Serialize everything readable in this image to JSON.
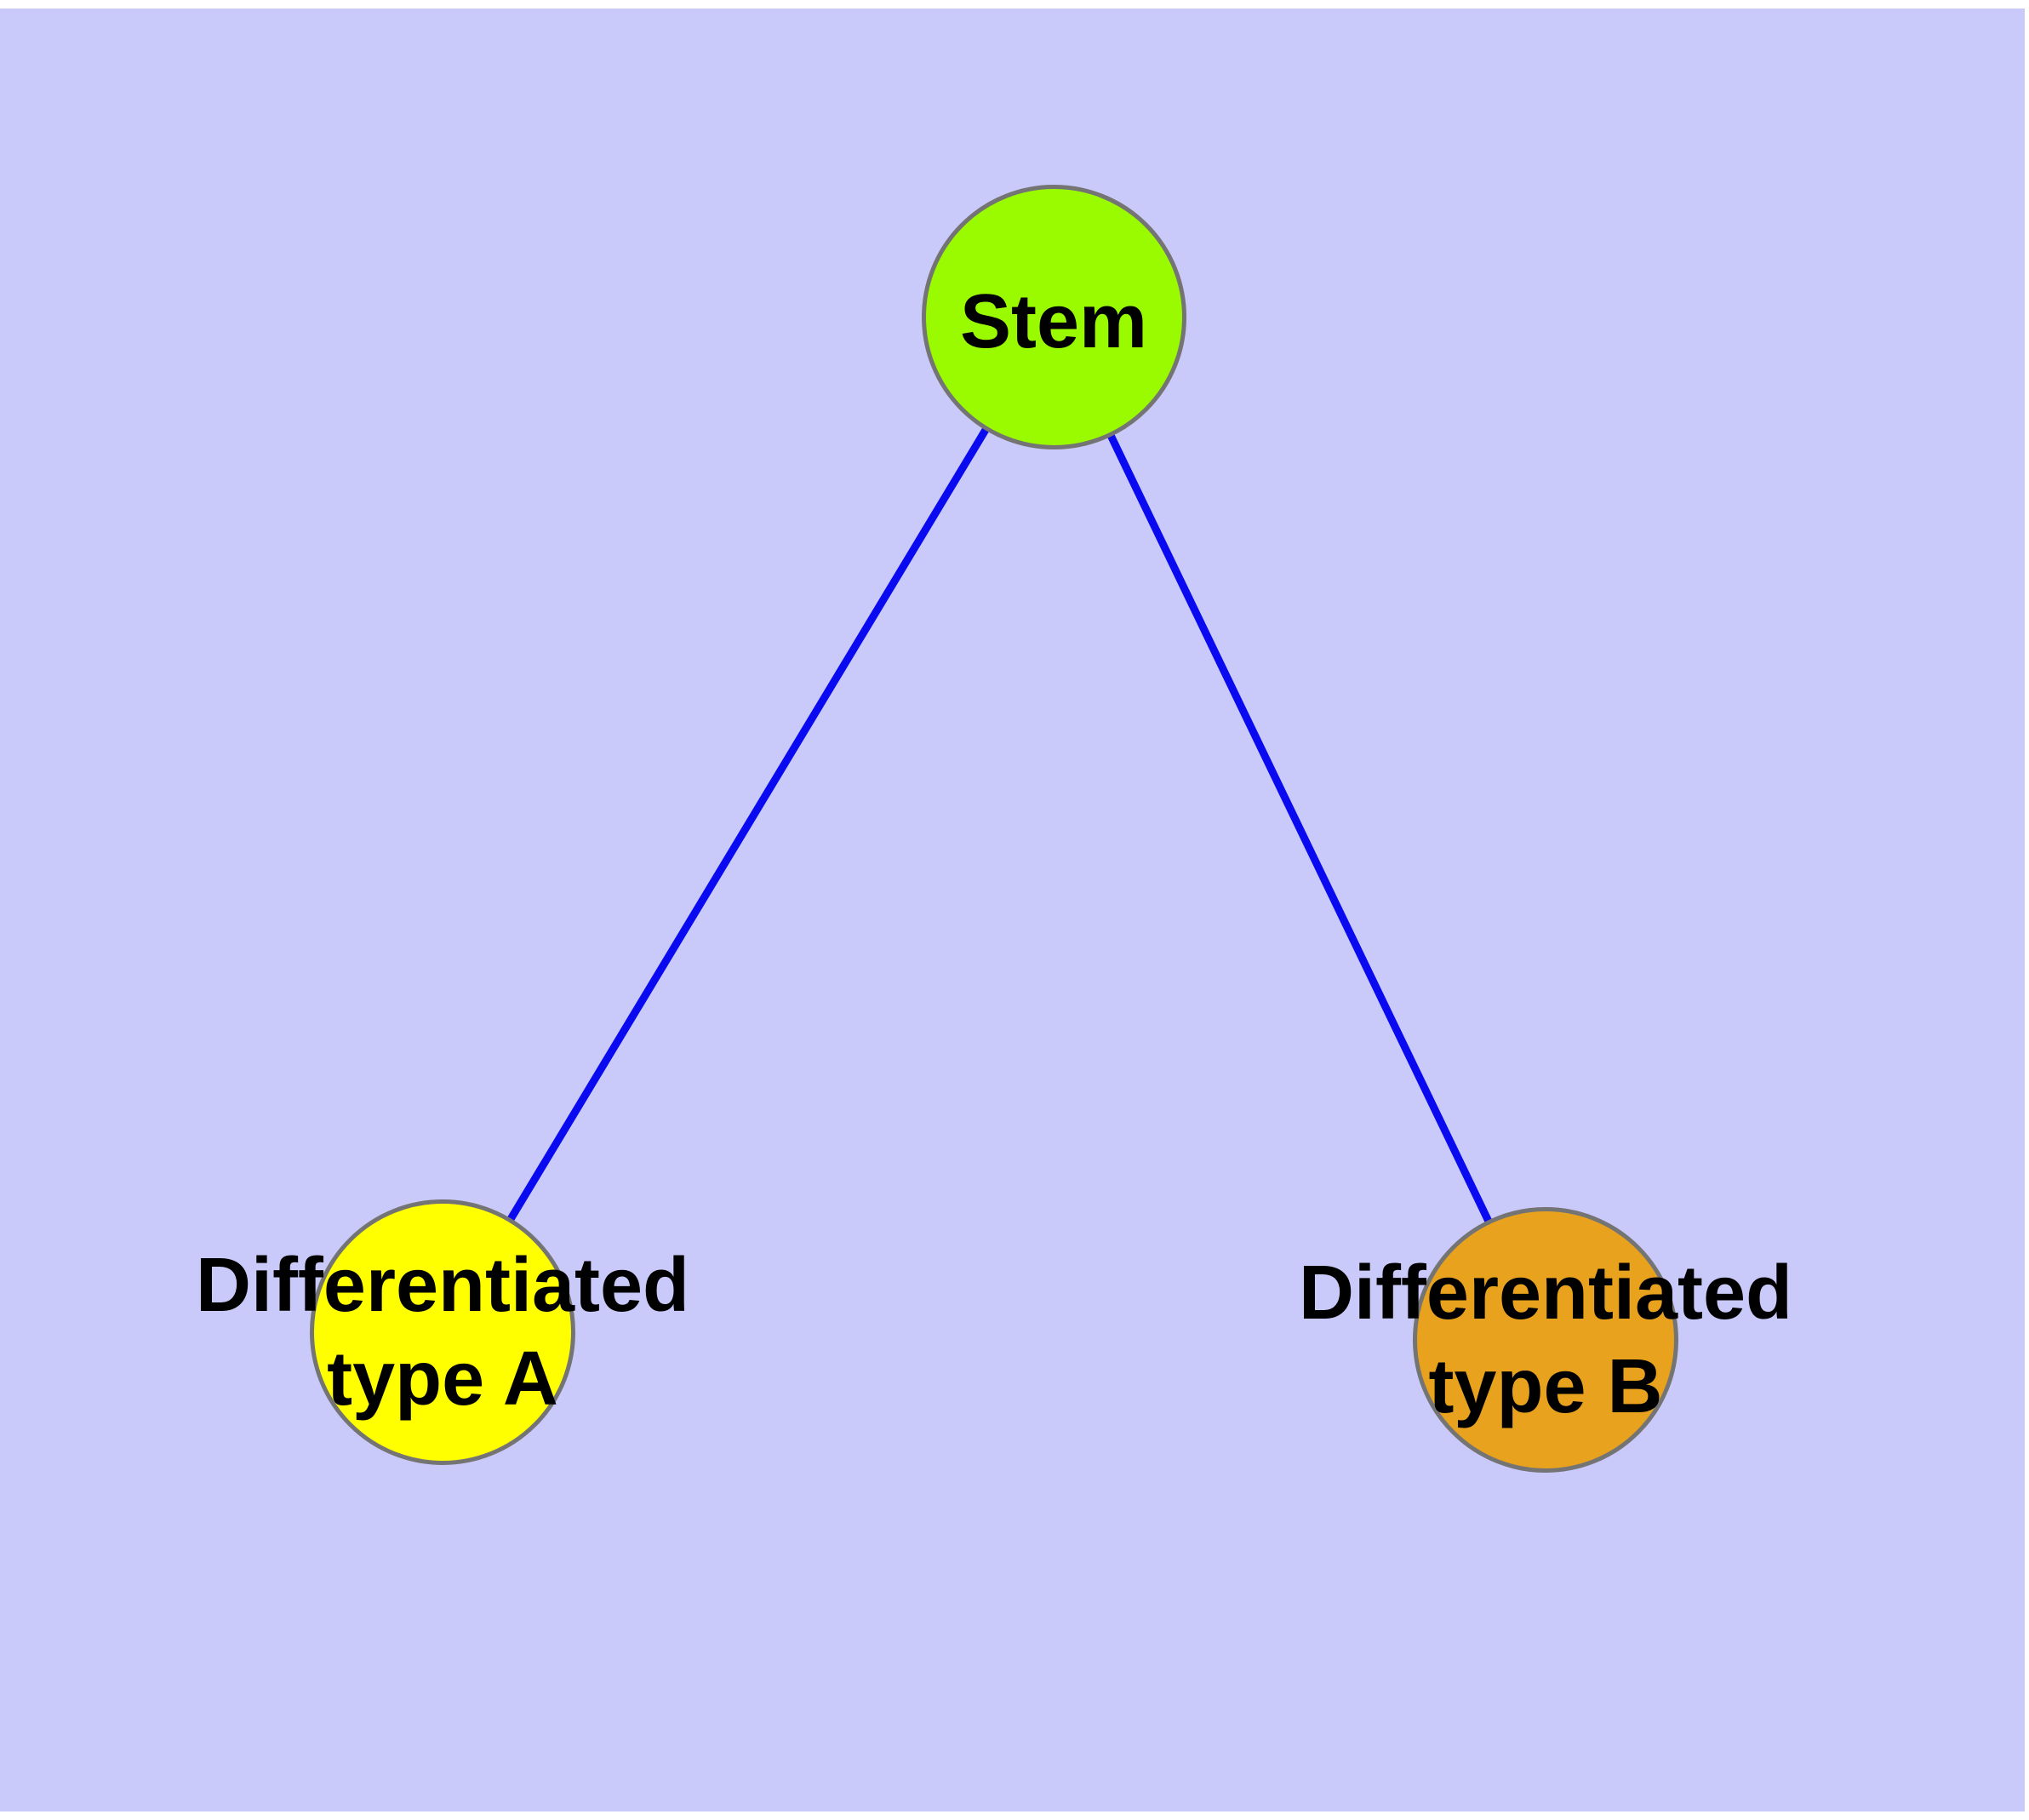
{
  "canvas": {
    "background": "#CACAFA",
    "margin_color": "#FFFFFF"
  },
  "nodes": {
    "stem": {
      "label": "Stem",
      "fill": "#9AFA00",
      "border_color": "#747474"
    },
    "type_a": {
      "label": "Differentiated\ntype A",
      "fill": "#FFFF00",
      "border_color": "#747474"
    },
    "type_b": {
      "label": "Differentiated\ntype B",
      "fill": "#E8A21D",
      "border_color": "#747474"
    }
  },
  "edges": {
    "color": "#0A0AF0",
    "items": [
      {
        "from": "Stem",
        "to": "Differentiated type A"
      },
      {
        "from": "Stem",
        "to": "Differentiated type B"
      }
    ]
  },
  "text_color": "#000000"
}
